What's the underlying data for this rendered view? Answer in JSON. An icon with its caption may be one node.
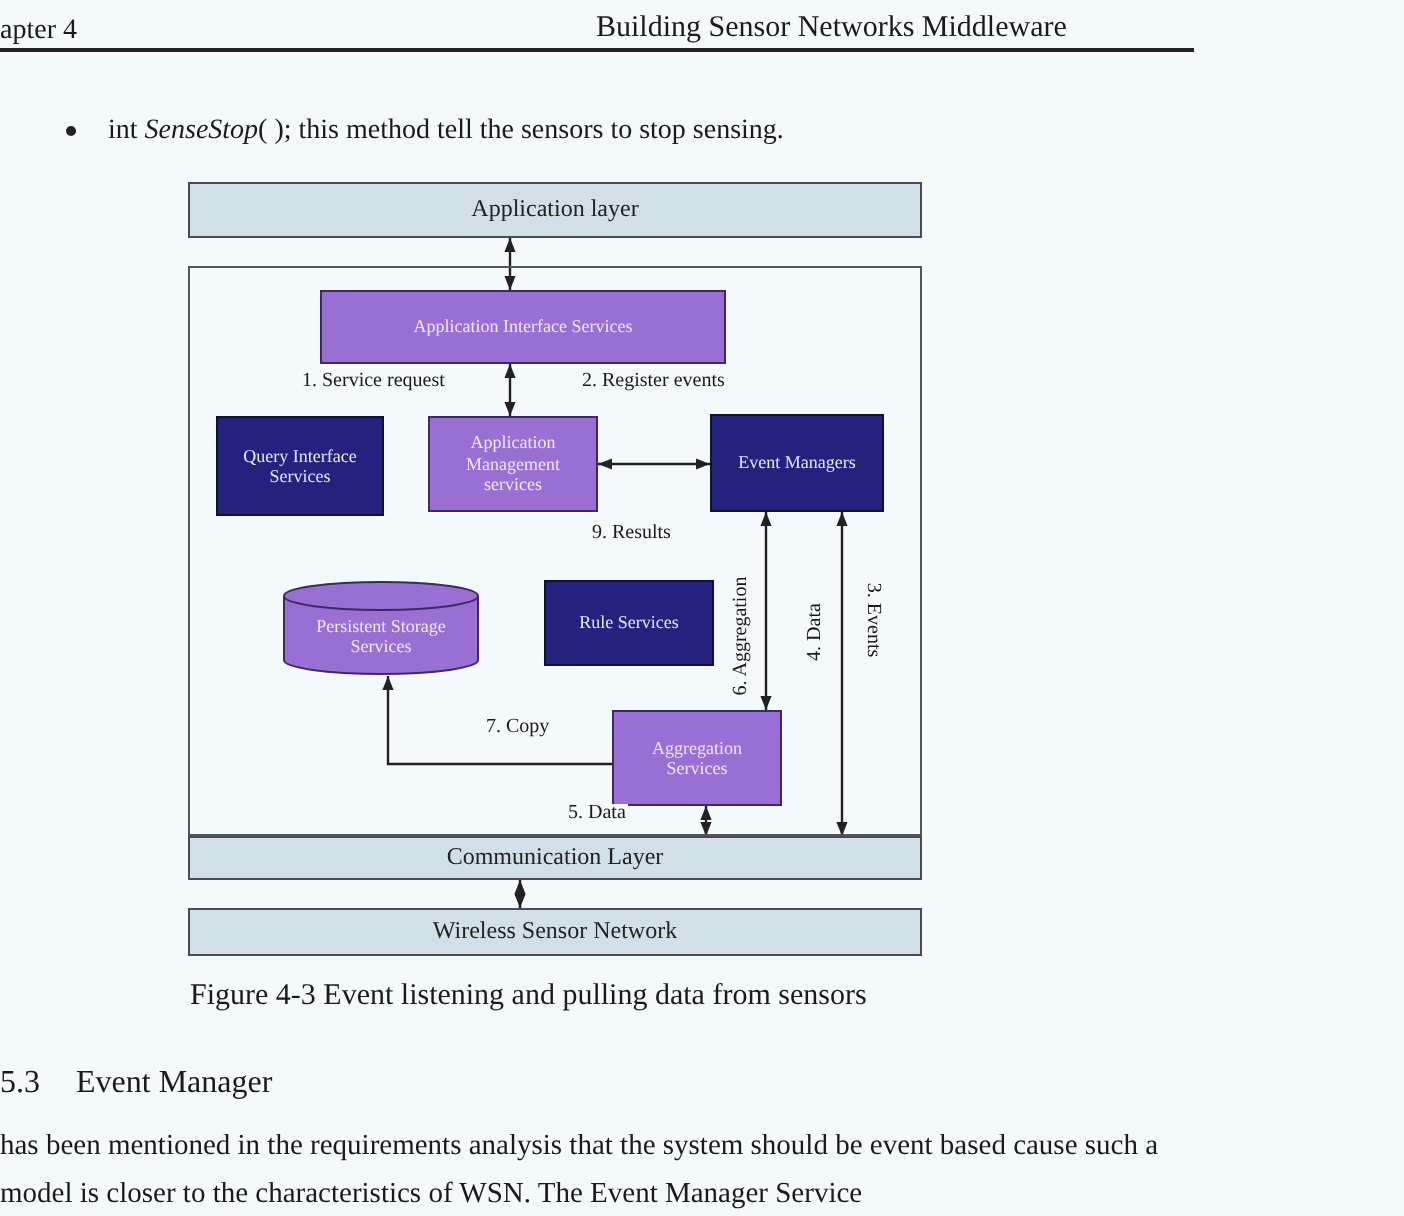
{
  "diagram": {
    "caption": "Figure 4-3 Event listening and pulling data from sensors",
    "nodes": [
      {
        "text": [
          "Application layer"
        ]
      },
      {
        "text": [],
        "shape": "box"
      },
      {
        "text": [
          "Application Interface Services"
        ],
        "in": 1
      },
      {
        "text": [
          "Query Interface Services"
        ],
        "in": 1
      },
      {
        "text": [
          "Application Management services"
        ],
        "in": 1
      },
      {
        "text": [
          "Event Managers"
        ],
        "in": 1
      },
      {
        "text": [
          "Persistent Storage Services"
        ],
        "in": 1
      },
      {
        "text": [
          "Rule Services"
        ],
        "in": 1
      },
      {
        "text": [
          "Aggregation Services"
        ],
        "in": 1
      },
      {
        "text": [
          "Communication Layer"
        ]
      },
      {
        "text": [
          "Wireless Sensor Network"
        ]
      }
    ],
    "edges": [
      {
        "from": 0,
        "to": 2,
        "arrow": "both"
      },
      {
        "from": 2,
        "to": 4,
        "arrow": "both",
        "label": "1. Service request"
      },
      {
        "from": 4,
        "to": 5,
        "arrow": "both",
        "label": "2. Register events"
      },
      {
        "from": 5,
        "to": 8,
        "arrow": "both",
        "label": "6. Aggregation"
      },
      {
        "from": 5,
        "to": 9,
        "arrow": "both",
        "label": "4. Data"
      },
      {
        "from": 8,
        "to": 9,
        "arrow": "both",
        "label": "5. Data"
      },
      {
        "from": 8,
        "to": 6,
        "arrow": "to",
        "label": "7. Copy"
      },
      {
        "from": 9,
        "to": 10,
        "arrow": "both"
      }
    ],
    "labels": [
      "apter 4",
      "Building Sensor Networks Middleware",
      "int *SenseStop*( ); this method tell the sensors to stop sensing.",
      "9. Results",
      "3. Events",
      "5.3",
      "Event Manager",
      "has been mentioned in the requirements analysis that the system should be event based cause such a model is closer to the characteristics of WSN. The Event Manager Service"
    ]
  }
}
